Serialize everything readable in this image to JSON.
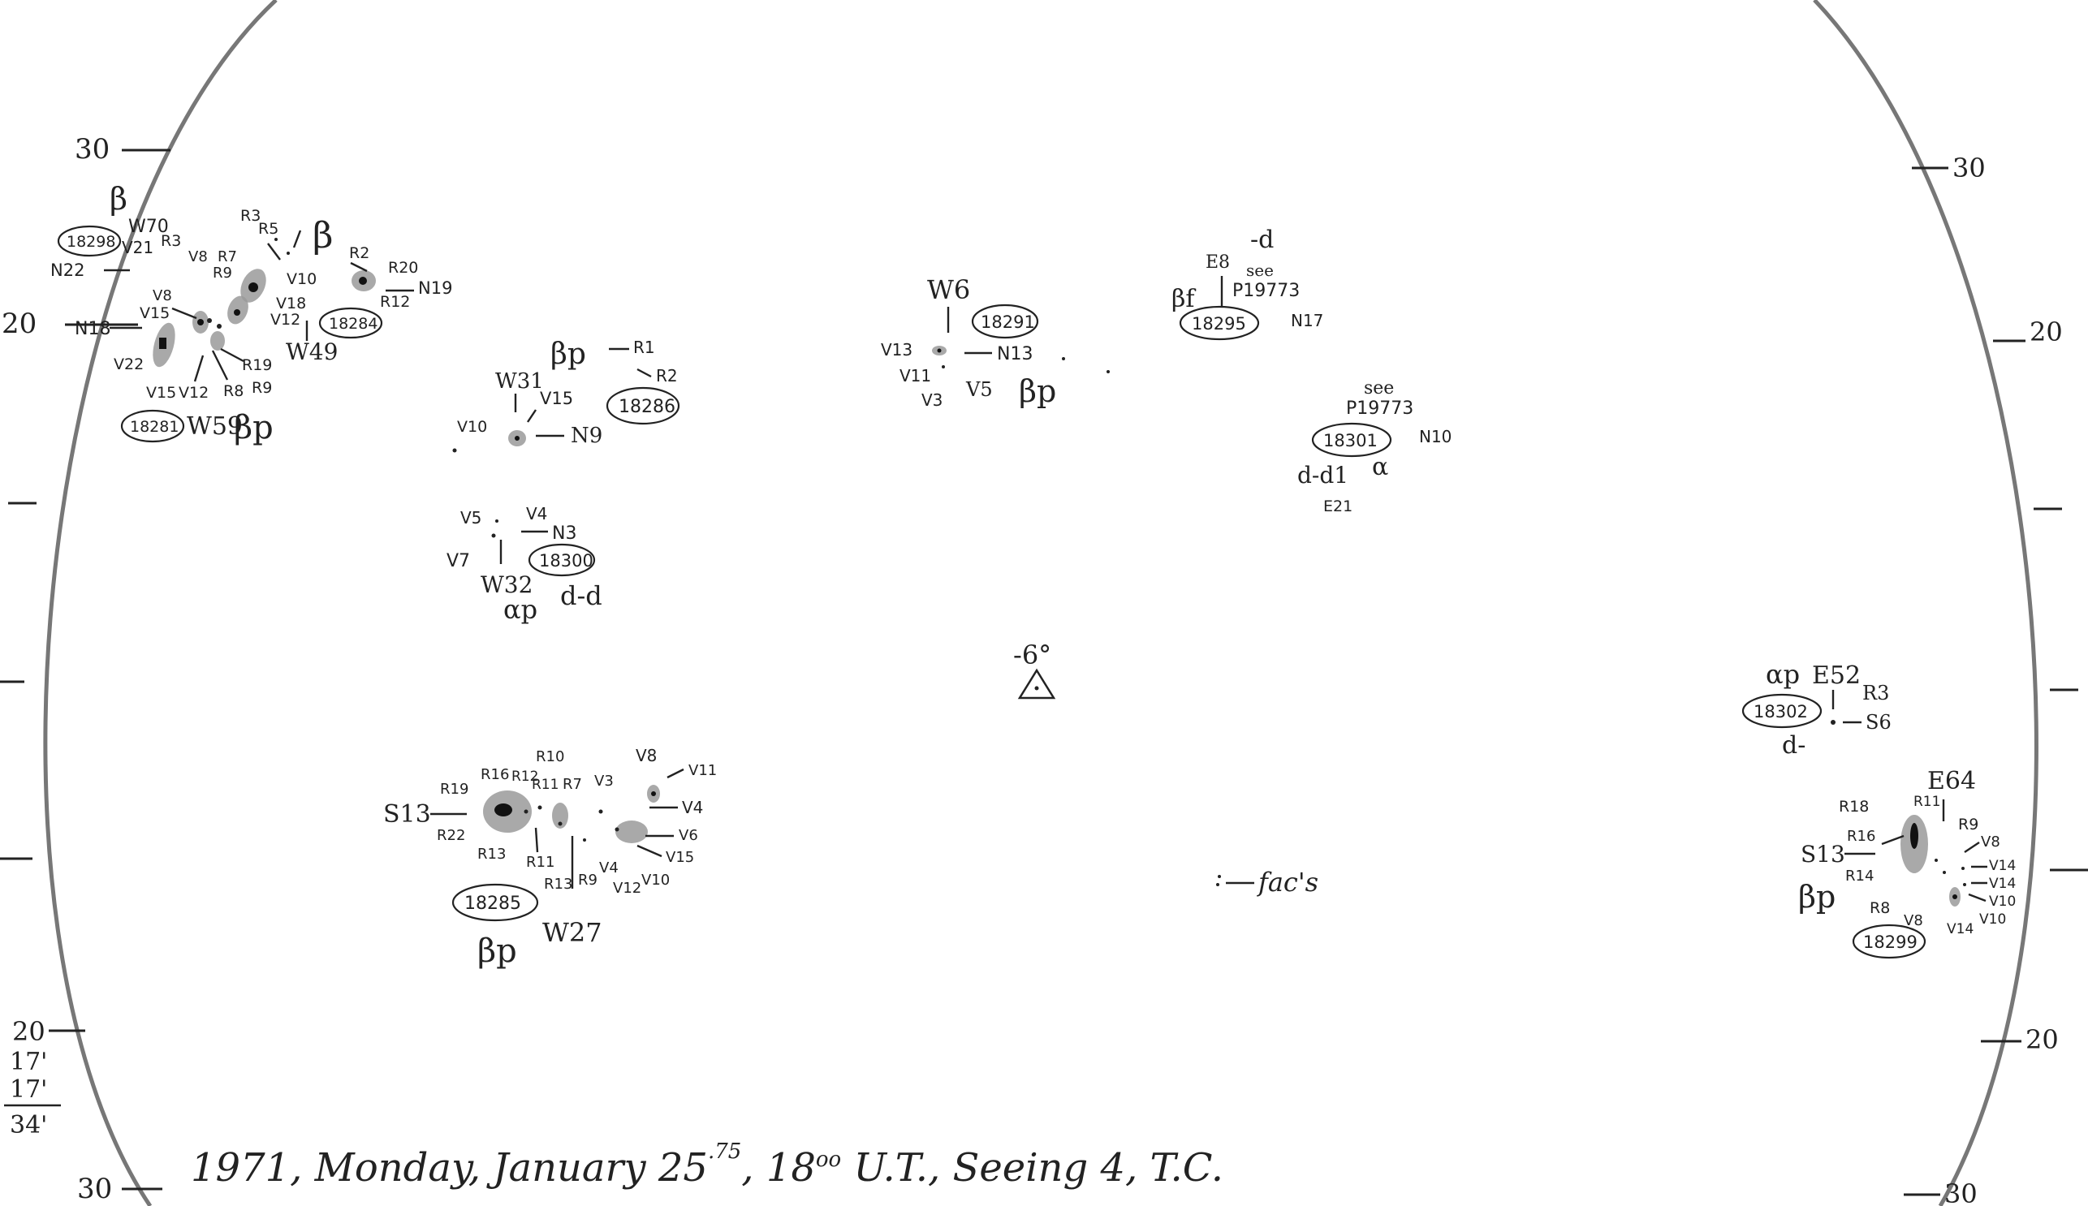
{
  "grid_labels": {
    "left_top": "30",
    "left_20": "20",
    "left_bottom_20": "20",
    "left_bottom_30": "30",
    "right_top_30": "30",
    "right_20": "20",
    "right_bottom_20": "20",
    "right_bottom_30": "30"
  },
  "notes": {
    "tally_a": "17'",
    "tally_b": "17'",
    "tally_sum": "34'",
    "center_mark": "-6°",
    "faculae": "fac's",
    "caption": "1971, Monday, January 25",
    "caption_sup": ".75",
    "caption_tail": ", 18",
    "caption_time_sup": "oo",
    "caption_end": " U.T., Seeing 4, T.C."
  },
  "regions": [
    {
      "number": "18298",
      "class": "β",
      "labels": [
        "W70",
        "V21",
        "R3",
        "N22"
      ]
    },
    {
      "number": "18284",
      "class": "β",
      "labels": [
        "R5",
        "R3",
        "R2",
        "R20",
        "R12",
        "N19",
        "V10",
        "V18",
        "V12",
        "W49",
        "R7",
        "R9",
        "V8"
      ]
    },
    {
      "number": "18281",
      "class": "βp",
      "labels": [
        "W59",
        "N18",
        "V22",
        "V15",
        "V12",
        "R8",
        "R9",
        "R19",
        "V15",
        "V8"
      ]
    },
    {
      "number": "18286",
      "class": "βp",
      "labels": [
        "W31",
        "V15",
        "N9",
        "V10",
        "R1",
        "R2"
      ]
    },
    {
      "number": "18300",
      "class": "αp",
      "labels": [
        "W32",
        "N3",
        "V5",
        "V4",
        "V7",
        "d-d"
      ]
    },
    {
      "number": "18291",
      "class": "βp",
      "labels": [
        "W6",
        "V13",
        "N13",
        "V11",
        "V3",
        "V5"
      ]
    },
    {
      "number": "18295",
      "class": "βf",
      "labels": [
        "E8",
        "-d",
        "see",
        "P19773",
        "N17"
      ]
    },
    {
      "number": "18301",
      "class": "α",
      "labels": [
        "see",
        "P19773",
        "N10",
        "d-d1",
        "E21"
      ]
    },
    {
      "number": "18285",
      "class": "βp",
      "labels": [
        "S13",
        "W27",
        "R19",
        "R16",
        "R12",
        "R11",
        "R10",
        "R7",
        "V3",
        "V8",
        "V11",
        "V4",
        "V6",
        "V15",
        "V10",
        "V12",
        "V4",
        "R9",
        "R13",
        "R11",
        "R13",
        "R22"
      ]
    },
    {
      "number": "18302",
      "class": "αp",
      "labels": [
        "E52",
        "R3",
        "S6",
        "d-"
      ]
    },
    {
      "number": "18299",
      "class": "βp",
      "labels": [
        "E64",
        "S13",
        "R18",
        "R16",
        "R14",
        "R11",
        "R9",
        "R8",
        "V8",
        "V14",
        "V14",
        "V10",
        "V10",
        "V8",
        "V14"
      ]
    }
  ]
}
